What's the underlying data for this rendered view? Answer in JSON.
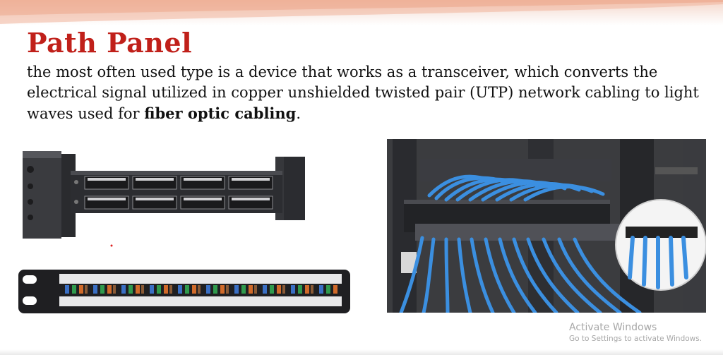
{
  "slide": {
    "title": "Path Panel",
    "body_prefix": "the most often used type is a device that works as a transceiver, which converts the electrical signal utilized in copper unshielded twisted pair (UTP) network cabling to light waves used for ",
    "body_bold": "fiber optic cabling",
    "body_suffix": "."
  },
  "watermark": {
    "line1": "Activate Windows",
    "line2": "Go to Settings to activate Windows."
  },
  "images": {
    "top_left": "patch-panel-rack-mount-photo",
    "bottom_left": "patch-panel-keystone-photo",
    "right": "server-rack-blue-cables-photo"
  },
  "colors": {
    "title": "#c0201a",
    "cable_blue": "#3b8fe0",
    "watermark": "#a7a7a7"
  }
}
